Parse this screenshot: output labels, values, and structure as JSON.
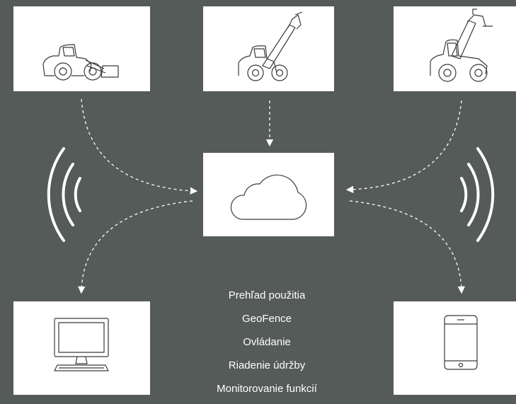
{
  "features": [
    "Prehľad použitia",
    "GeoFence",
    "Ovládanie",
    "Riadenie údržby",
    "Monitorovanie funkcií"
  ],
  "colors": {
    "background": "#555b58",
    "card": "#ffffff",
    "line_art": "#3a3a3a",
    "arrows_and_signal": "#ffffff"
  },
  "icons": [
    "wheel-loader-icon",
    "telehandler-small-icon",
    "telehandler-large-icon",
    "cloud-icon",
    "desktop-computer-icon",
    "smartphone-icon",
    "wireless-signal-left-icon",
    "wireless-signal-right-icon"
  ]
}
